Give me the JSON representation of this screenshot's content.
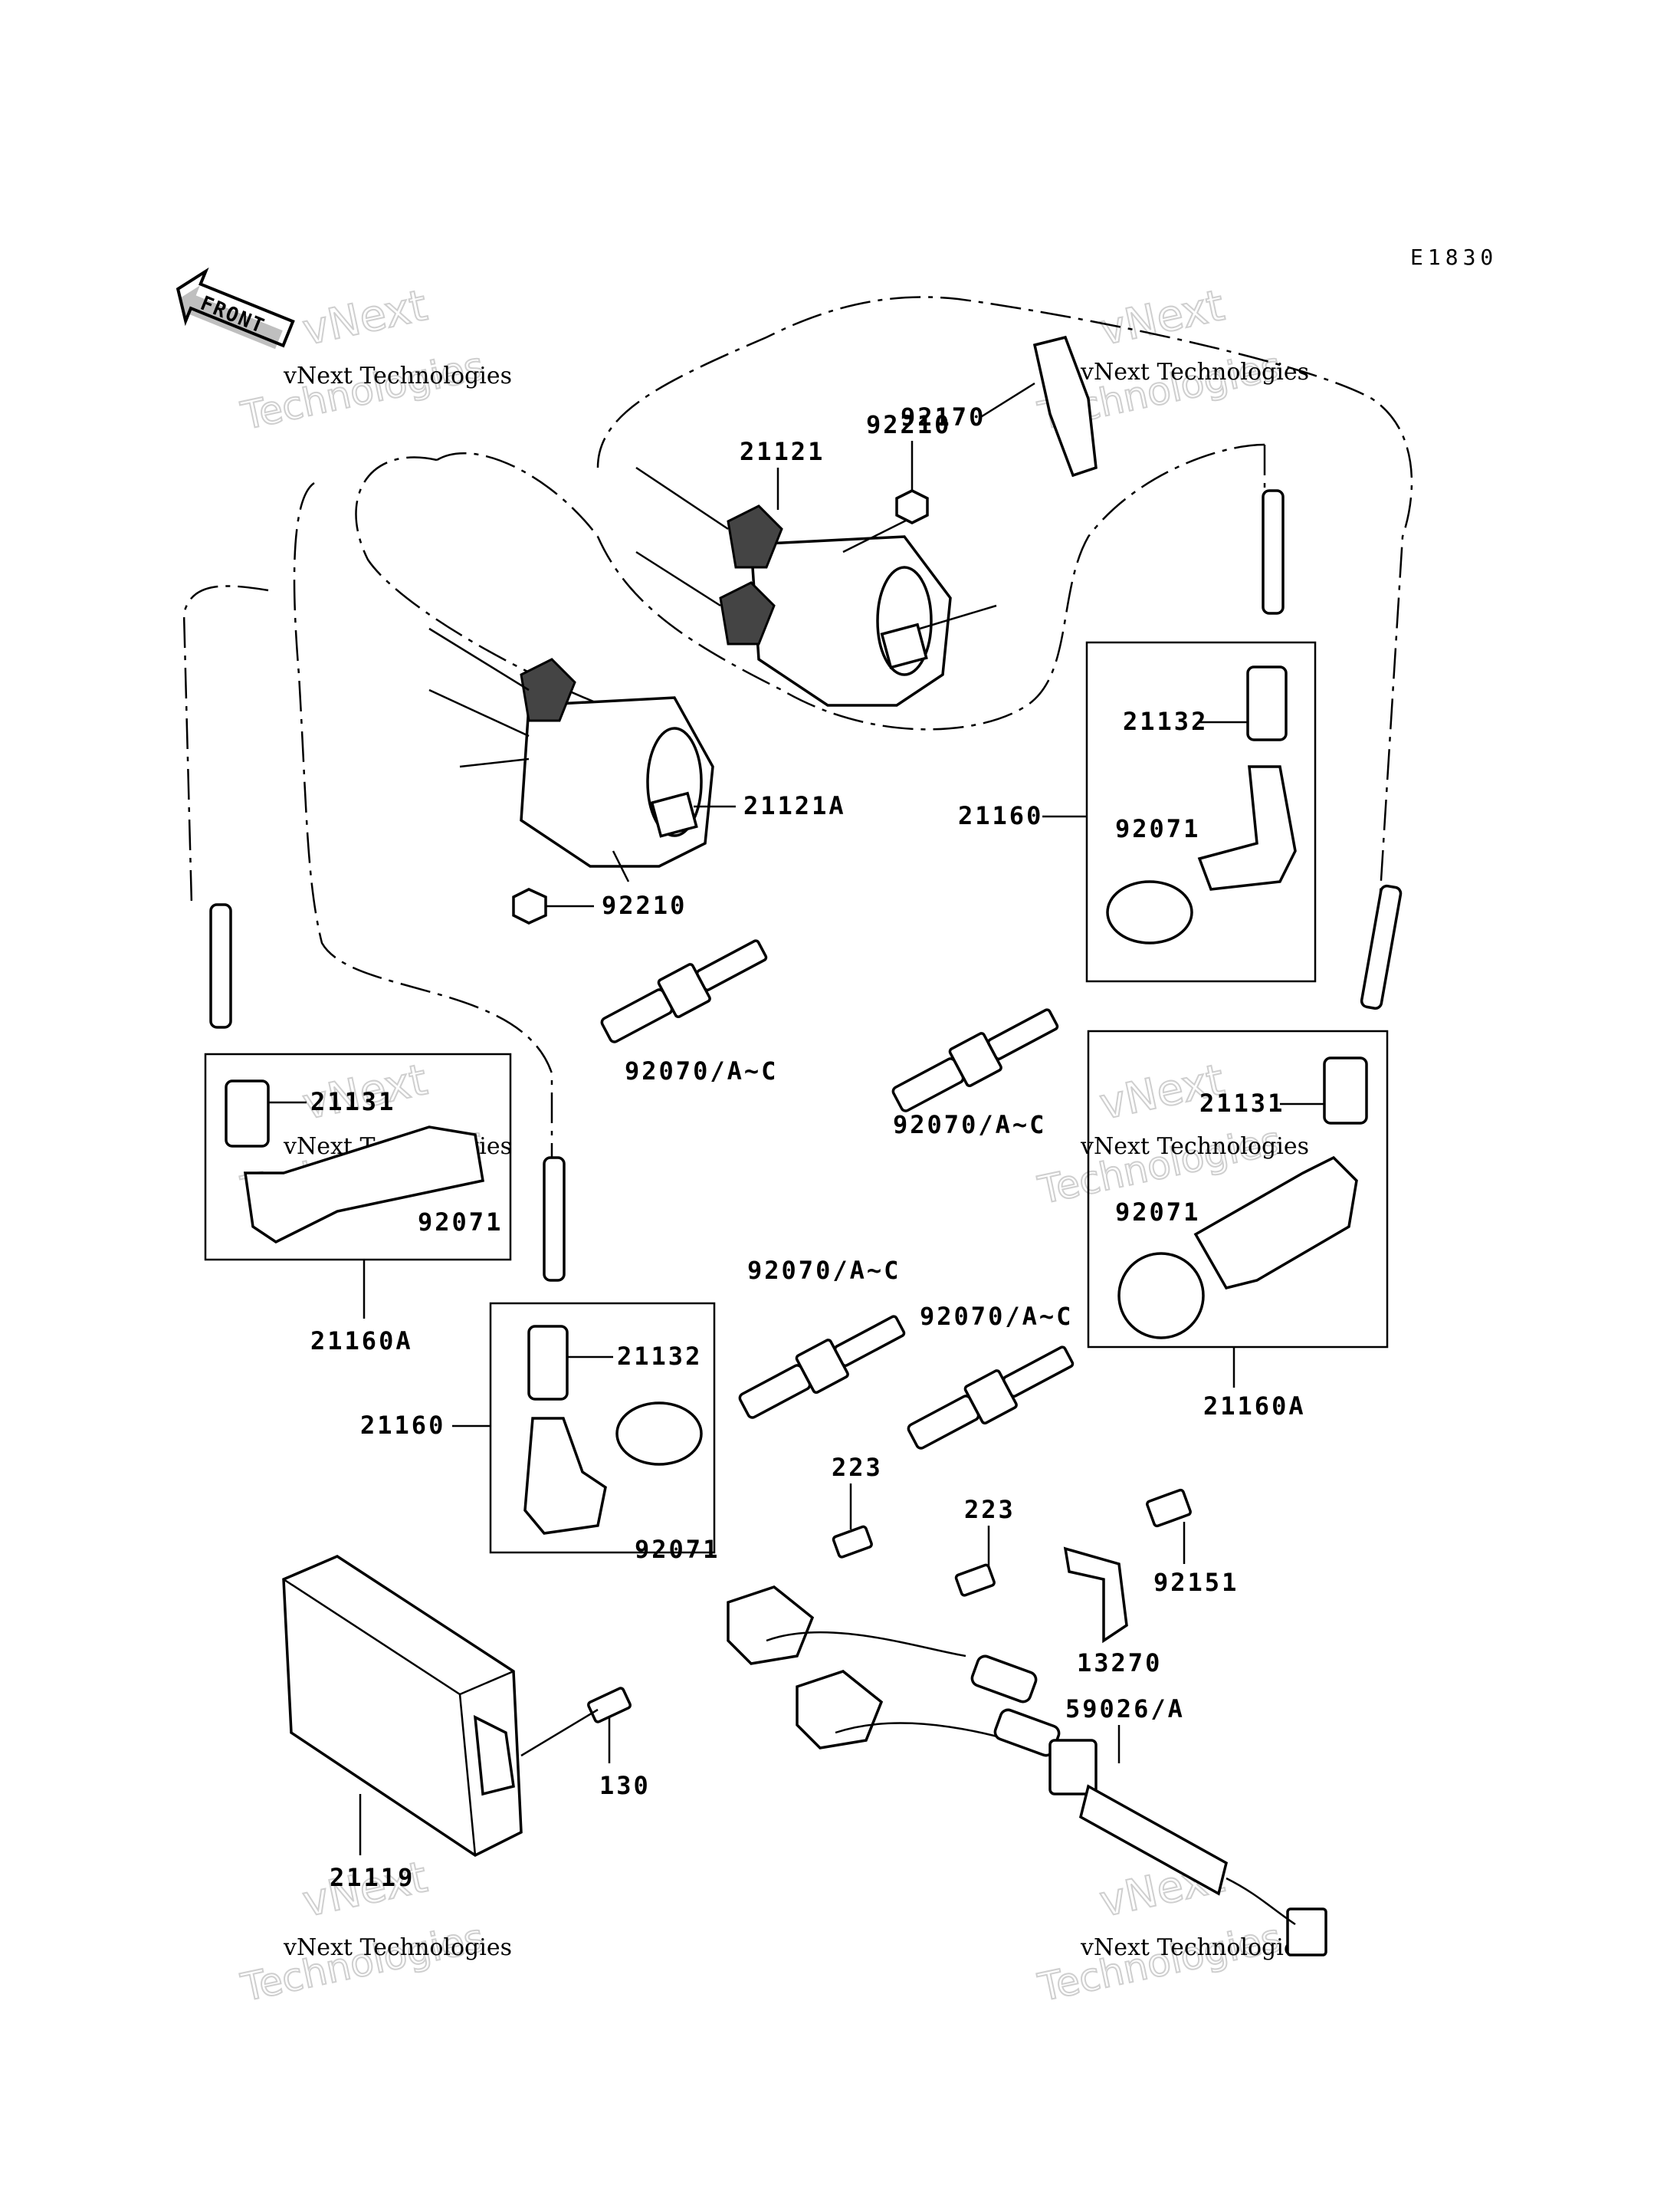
{
  "diagram_code": "E1830",
  "front_label": "FRONT",
  "watermark": {
    "line1": "vNext Technologies",
    "line2": "vNext",
    "line3": "Technologies"
  },
  "labels": [
    {
      "id": "lbl-92170",
      "text": "92170"
    },
    {
      "id": "lbl-92210-top",
      "text": "92210"
    },
    {
      "id": "lbl-21121",
      "text": "21121"
    },
    {
      "id": "lbl-21121A",
      "text": "21121A"
    },
    {
      "id": "lbl-92210-left",
      "text": "92210"
    },
    {
      "id": "lbl-21132-top",
      "text": "21132"
    },
    {
      "id": "lbl-21160-top",
      "text": "21160"
    },
    {
      "id": "lbl-92071-top",
      "text": "92071"
    },
    {
      "id": "lbl-92070-mid",
      "text": "92070/A~C"
    },
    {
      "id": "lbl-92070-right",
      "text": "92070/A~C"
    },
    {
      "id": "lbl-21131-left",
      "text": "21131"
    },
    {
      "id": "lbl-92071-left",
      "text": "92071"
    },
    {
      "id": "lbl-21160A-left",
      "text": "21160A"
    },
    {
      "id": "lbl-21131-right",
      "text": "21131"
    },
    {
      "id": "lbl-92071-right",
      "text": "92071"
    },
    {
      "id": "lbl-21160A-right",
      "text": "21160A"
    },
    {
      "id": "lbl-92070-center",
      "text": "92070/A~C"
    },
    {
      "id": "lbl-92070-lower",
      "text": "92070/A~C"
    },
    {
      "id": "lbl-21132-bottom",
      "text": "21132"
    },
    {
      "id": "lbl-21160-bottom",
      "text": "21160"
    },
    {
      "id": "lbl-92071-bottom",
      "text": "92071"
    },
    {
      "id": "lbl-223-a",
      "text": "223"
    },
    {
      "id": "lbl-223-b",
      "text": "223"
    },
    {
      "id": "lbl-92151",
      "text": "92151"
    },
    {
      "id": "lbl-13270",
      "text": "13270"
    },
    {
      "id": "lbl-59026",
      "text": "59026/A"
    },
    {
      "id": "lbl-130",
      "text": "130"
    },
    {
      "id": "lbl-21119",
      "text": "21119"
    }
  ]
}
